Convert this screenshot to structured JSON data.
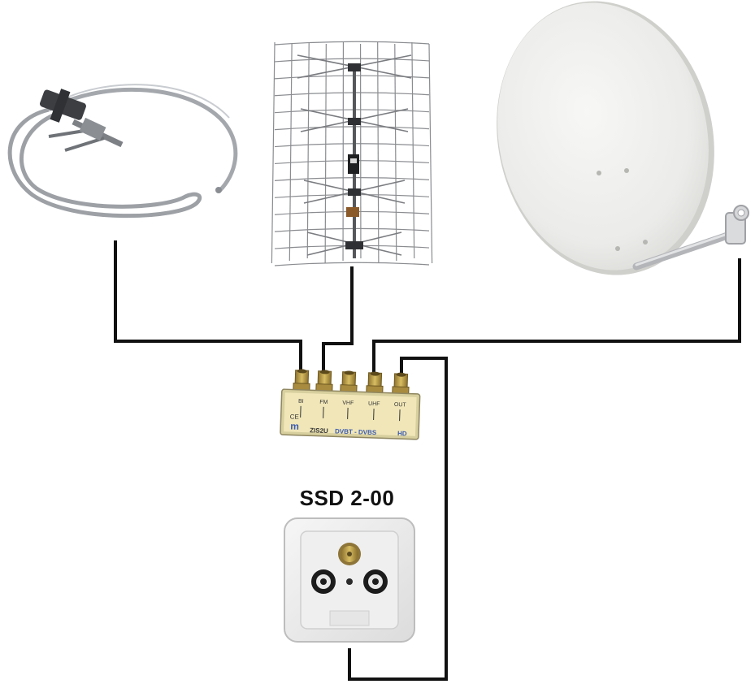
{
  "diagram": {
    "socket_title": "SSD 2-00",
    "combiner": {
      "brand_mark": "m",
      "label_ce": "CE",
      "model_text": "ZIS2U",
      "band_text": "DVBT - DVBS",
      "hd_text": "HD",
      "port_labels": [
        "BI",
        "FM",
        "VHF",
        "UHF",
        "OUT"
      ]
    },
    "colors": {
      "wire": "#111111",
      "metal": "#b9bcc0",
      "connector_gold": "#b9993f",
      "dish": "#e9e9e7",
      "socket_face": "#ececec",
      "combiner_label": "#f0e6b8",
      "combiner_blue": "#3b5bb0"
    }
  }
}
